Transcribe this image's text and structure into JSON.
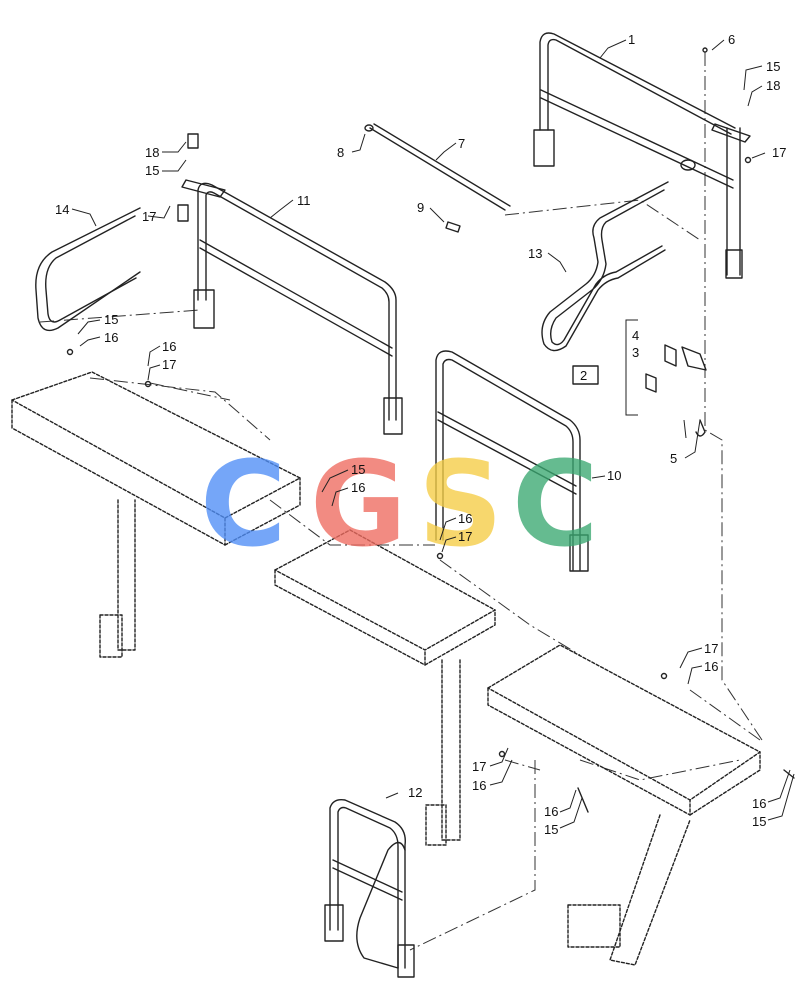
{
  "diagram": {
    "callouts": [
      "1",
      "2",
      "3",
      "4",
      "5",
      "6",
      "7",
      "8",
      "9",
      "10",
      "11",
      "12",
      "13",
      "14",
      "15",
      "16",
      "17",
      "18"
    ]
  },
  "watermark": {
    "letters": [
      "C",
      "G",
      "S",
      "C"
    ],
    "colors": [
      "#4f8ef7",
      "#ef6b5f",
      "#f5cd45",
      "#3aa871"
    ]
  }
}
